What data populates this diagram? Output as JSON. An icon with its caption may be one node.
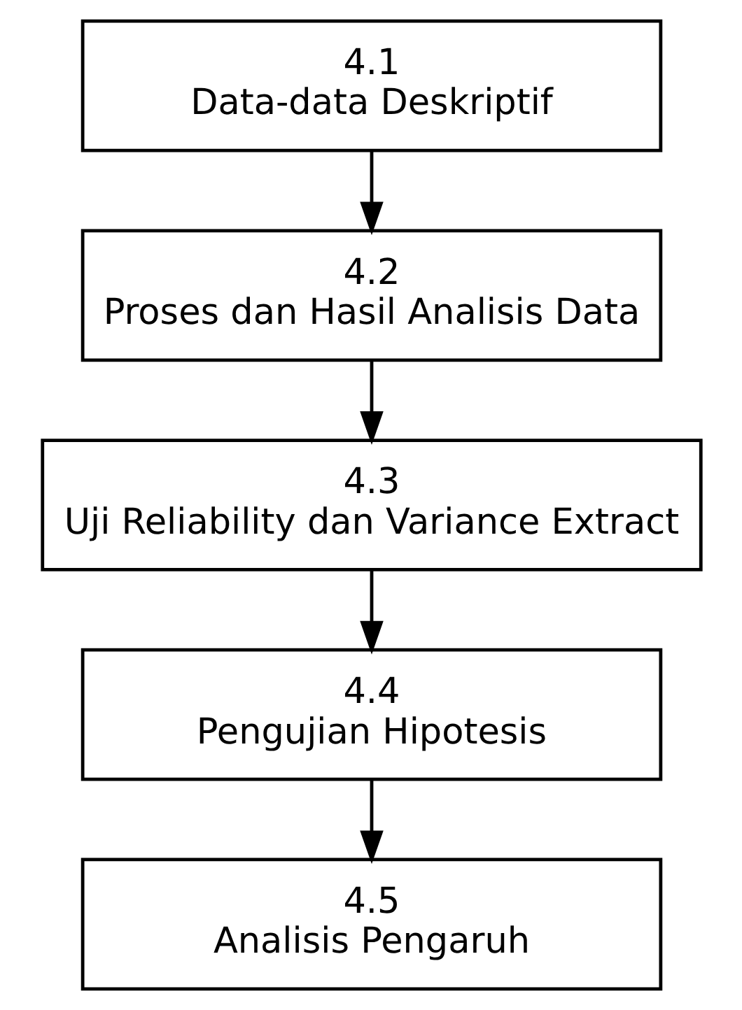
{
  "diagram": {
    "nodes": [
      {
        "text": [
          "4.1",
          "Data-data Deskriptif"
        ]
      },
      {
        "text": [
          "4.2",
          "Proses dan Hasil Analisis Data"
        ]
      },
      {
        "text": [
          "4.3",
          "Uji Reliability dan Variance Extract"
        ]
      },
      {
        "text": [
          "4.4",
          "Pengujian Hipotesis"
        ]
      },
      {
        "text": [
          "4.5",
          "Analisis Pengaruh"
        ]
      }
    ],
    "edges": [
      {
        "from": 0,
        "to": 1,
        "arrow": "to"
      },
      {
        "from": 1,
        "to": 2,
        "arrow": "to"
      },
      {
        "from": 2,
        "to": 3,
        "arrow": "to"
      },
      {
        "from": 3,
        "to": 4,
        "arrow": "to"
      }
    ]
  }
}
